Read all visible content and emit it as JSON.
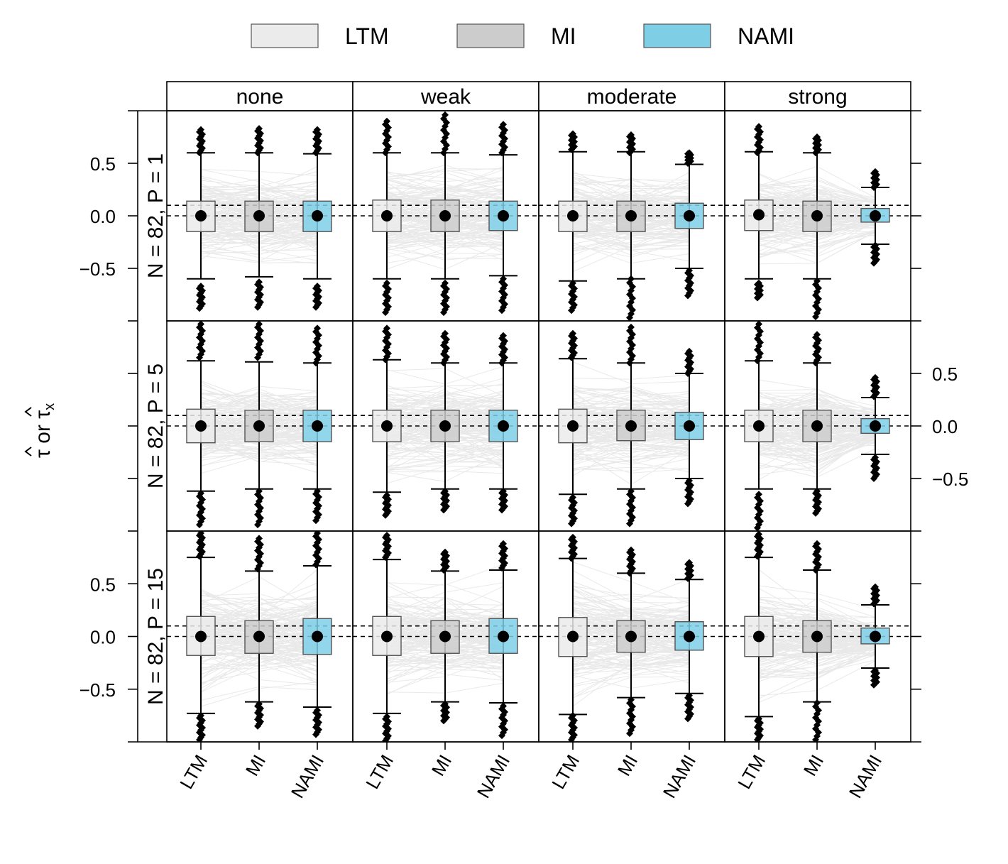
{
  "chart_data": {
    "type": "box",
    "legend": {
      "placement": "top",
      "items": [
        {
          "label": "LTM",
          "color": "#ebebeb"
        },
        {
          "label": "MI",
          "color": "#cccccc"
        },
        {
          "label": "NAMI",
          "color": "#7ecfe6"
        }
      ]
    },
    "columns": [
      "none",
      "weak",
      "moderate",
      "strong"
    ],
    "rows": [
      "N = 82, P = 1",
      "N = 82, P = 5",
      "N = 82, P = 15"
    ],
    "categories": [
      "LTM",
      "MI",
      "NAMI"
    ],
    "ylabel_parts": [
      "τ",
      " or ",
      "τ",
      "x"
    ],
    "ylim": [
      -1.0,
      1.0
    ],
    "y_ticks": [
      -0.5,
      0.0,
      0.5
    ],
    "y_tick_labels": [
      "−0.5",
      "0.0",
      "0.5"
    ],
    "reference_lines": [
      0.0,
      0.1
    ],
    "grid": false,
    "panels": [
      [
        {
          "boxes": [
            [
              -0.6,
              -0.15,
              0,
              0.14,
              0.6
            ],
            [
              -0.58,
              -0.15,
              0,
              0.14,
              0.6
            ],
            [
              -0.6,
              -0.15,
              0,
              0.14,
              0.59
            ]
          ],
          "outliers": [
            [
              -0.88,
              -0.67,
              0.82,
              0.6
            ],
            [
              -0.87,
              -0.63,
              0.83,
              0.6
            ],
            [
              -0.87,
              -0.67,
              0.82,
              0.6
            ]
          ]
        },
        {
          "boxes": [
            [
              -0.6,
              -0.15,
              0,
              0.15,
              0.6
            ],
            [
              -0.6,
              -0.15,
              0,
              0.15,
              0.6
            ],
            [
              -0.57,
              -0.14,
              0,
              0.14,
              0.58
            ]
          ],
          "outliers": [
            [
              -0.92,
              -0.64,
              0.9,
              0.6
            ],
            [
              -0.92,
              -0.64,
              0.96,
              0.6
            ],
            [
              -0.9,
              -0.6,
              0.87,
              0.6
            ]
          ]
        },
        {
          "boxes": [
            [
              -0.62,
              -0.15,
              0,
              0.14,
              0.61
            ],
            [
              -0.6,
              -0.15,
              0,
              0.14,
              0.61
            ],
            [
              -0.5,
              -0.12,
              0,
              0.12,
              0.49
            ]
          ],
          "outliers": [
            [
              -0.9,
              -0.64,
              0.78,
              0.63
            ],
            [
              -0.97,
              -0.6,
              0.77,
              0.6
            ],
            [
              -0.76,
              -0.52,
              0.6,
              0.5
            ]
          ]
        },
        {
          "boxes": [
            [
              -0.6,
              -0.14,
              0.01,
              0.15,
              0.61
            ],
            [
              -0.6,
              -0.15,
              0,
              0.14,
              0.6
            ],
            [
              -0.27,
              -0.06,
              0,
              0.07,
              0.27
            ]
          ],
          "outliers": [
            [
              -0.78,
              -0.64,
              0.85,
              0.6
            ],
            [
              -0.96,
              -0.62,
              0.75,
              0.6
            ],
            [
              -0.45,
              -0.28,
              0.42,
              0.27
            ]
          ]
        }
      ],
      [
        {
          "boxes": [
            [
              -0.62,
              -0.16,
              0,
              0.16,
              0.62
            ],
            [
              -0.6,
              -0.15,
              0,
              0.15,
              0.61
            ],
            [
              -0.6,
              -0.15,
              0,
              0.15,
              0.6
            ]
          ],
          "outliers": [
            [
              -0.94,
              -0.64,
              0.97,
              0.65
            ],
            [
              -0.94,
              -0.62,
              0.97,
              0.65
            ],
            [
              -0.9,
              -0.62,
              0.93,
              0.6
            ]
          ]
        },
        {
          "boxes": [
            [
              -0.63,
              -0.15,
              0,
              0.15,
              0.63
            ],
            [
              -0.6,
              -0.15,
              0,
              0.15,
              0.6
            ],
            [
              -0.6,
              -0.15,
              0,
              0.15,
              0.6
            ]
          ],
          "outliers": [
            [
              -0.85,
              -0.66,
              0.93,
              0.63
            ],
            [
              -0.8,
              -0.62,
              0.88,
              0.6
            ],
            [
              -0.8,
              -0.62,
              0.86,
              0.6
            ]
          ]
        },
        {
          "boxes": [
            [
              -0.65,
              -0.16,
              0,
              0.16,
              0.64
            ],
            [
              -0.6,
              -0.14,
              0,
              0.15,
              0.6
            ],
            [
              -0.5,
              -0.13,
              0,
              0.13,
              0.5
            ]
          ],
          "outliers": [
            [
              -0.93,
              -0.68,
              0.88,
              0.65
            ],
            [
              -0.93,
              -0.62,
              0.94,
              0.6
            ],
            [
              -0.74,
              -0.52,
              0.71,
              0.5
            ]
          ]
        },
        {
          "boxes": [
            [
              -0.6,
              -0.15,
              0,
              0.15,
              0.62
            ],
            [
              -0.6,
              -0.15,
              0,
              0.15,
              0.6
            ],
            [
              -0.27,
              -0.07,
              0,
              0.07,
              0.27
            ]
          ],
          "outliers": [
            [
              -0.97,
              -0.65,
              0.97,
              0.62
            ],
            [
              -0.83,
              -0.62,
              0.87,
              0.6
            ],
            [
              -0.5,
              -0.3,
              0.46,
              0.28
            ]
          ]
        }
      ],
      [
        {
          "boxes": [
            [
              -0.73,
              -0.18,
              0,
              0.19,
              0.75
            ],
            [
              -0.62,
              -0.16,
              0,
              0.15,
              0.62
            ],
            [
              -0.67,
              -0.17,
              0,
              0.17,
              0.67
            ]
          ],
          "outliers": [
            [
              -0.98,
              -0.75,
              0.98,
              0.76
            ],
            [
              -0.85,
              -0.64,
              0.93,
              0.64
            ],
            [
              -0.93,
              -0.7,
              0.98,
              0.68
            ]
          ]
        },
        {
          "boxes": [
            [
              -0.73,
              -0.18,
              0,
              0.19,
              0.73
            ],
            [
              -0.62,
              -0.16,
              0,
              0.15,
              0.62
            ],
            [
              -0.63,
              -0.16,
              0,
              0.17,
              0.63
            ]
          ],
          "outliers": [
            [
              -0.99,
              -0.76,
              0.96,
              0.75
            ],
            [
              -0.8,
              -0.64,
              0.8,
              0.63
            ],
            [
              -0.94,
              -0.66,
              0.88,
              0.65
            ]
          ]
        },
        {
          "boxes": [
            [
              -0.74,
              -0.19,
              0,
              0.18,
              0.74
            ],
            [
              -0.58,
              -0.15,
              0,
              0.15,
              0.6
            ],
            [
              -0.54,
              -0.13,
              0,
              0.14,
              0.54
            ]
          ],
          "outliers": [
            [
              -0.98,
              -0.75,
              0.94,
              0.74
            ],
            [
              -0.92,
              -0.6,
              0.82,
              0.6
            ],
            [
              -0.78,
              -0.56,
              0.7,
              0.55
            ]
          ]
        },
        {
          "boxes": [
            [
              -0.76,
              -0.19,
              0,
              0.19,
              0.75
            ],
            [
              -0.62,
              -0.15,
              0,
              0.15,
              0.63
            ],
            [
              -0.3,
              -0.07,
              0,
              0.08,
              0.3
            ]
          ],
          "outliers": [
            [
              -0.98,
              -0.78,
              0.97,
              0.76
            ],
            [
              -0.98,
              -0.63,
              0.88,
              0.63
            ],
            [
              -0.46,
              -0.32,
              0.47,
              0.31
            ]
          ]
        }
      ]
    ]
  }
}
